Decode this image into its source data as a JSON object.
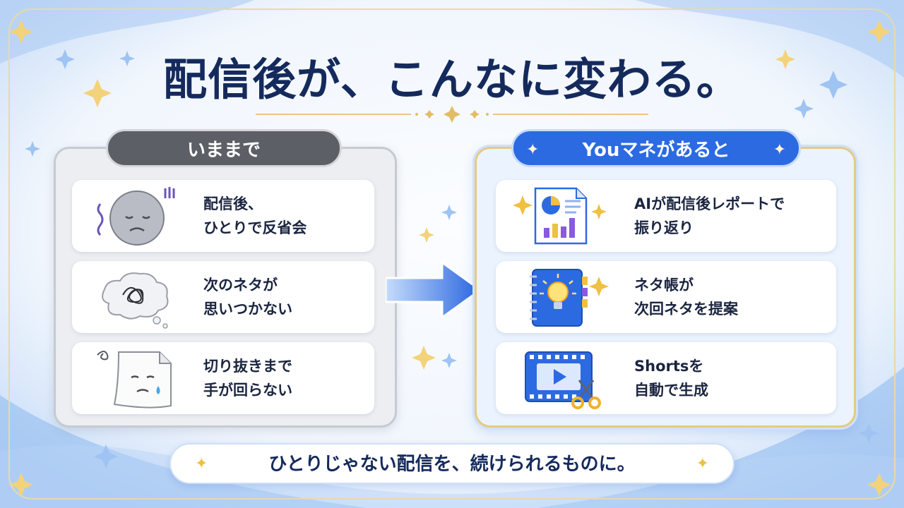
{
  "title": "配信後が、こんなに変わる。",
  "before": {
    "label": "いままで",
    "items": [
      {
        "text": "配信後、\nひとりで反省会",
        "icon": "sad-face-icon"
      },
      {
        "text": "次のネタが\n思いつかない",
        "icon": "tangled-thought-cloud-icon"
      },
      {
        "text": "切り抜きまで\n手が回らない",
        "icon": "crying-paper-icon"
      }
    ]
  },
  "after": {
    "label": "Youマネがあると",
    "items": [
      {
        "text": "AIが配信後レポートで\n振り返り",
        "icon": "report-chart-icon"
      },
      {
        "text": "ネタ帳が\n次回ネタを提案",
        "icon": "idea-notebook-icon"
      },
      {
        "text": "Shortsを\n自動で生成",
        "icon": "video-scissors-icon"
      }
    ]
  },
  "tagline": "ひとりじゃない配信を、続けられるものに。",
  "colors": {
    "navy": "#152a5c",
    "blue": "#2c6ae2",
    "gray": "#5c5f66",
    "gold": "#f0c040"
  }
}
